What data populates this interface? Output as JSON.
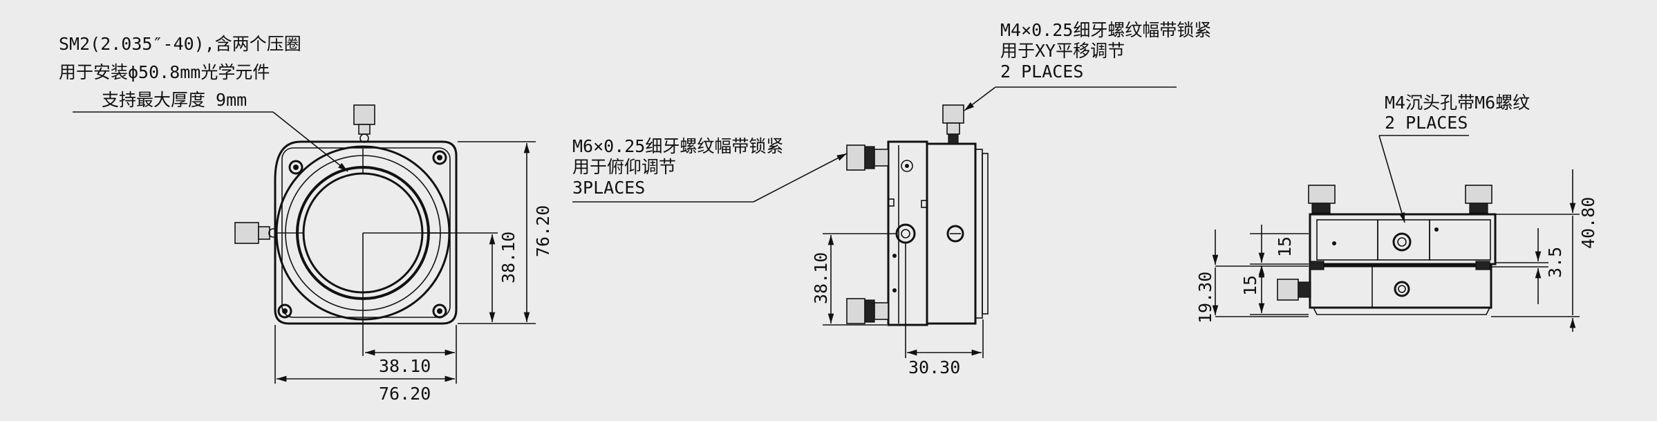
{
  "front_view": {
    "callout_lines": [
      "SM2(2.035″-40),含两个压圈",
      "用于安装ϕ50.8mm光学元件",
      "支持最大厚度 9mm"
    ],
    "dim_width": "76.20",
    "dim_half_width": "38.10",
    "dim_height": "76.20",
    "dim_half_height": "38.10"
  },
  "side_view": {
    "top_callout": [
      "M4×0.25细牙螺纹幅带锁紧",
      "用于XY平移调节",
      "2 PLACES"
    ],
    "left_callout": [
      "M6×0.25细牙螺纹幅带锁紧",
      "用于俯仰调节",
      "3PLACES"
    ],
    "dim_depth": "30.30",
    "dim_height": "38.10"
  },
  "top_view": {
    "callout": [
      "M4沉头孔带M6螺纹",
      "2 PLACES"
    ],
    "dim_upper_offset": "15",
    "dim_lower_offset": "15",
    "dim_total_left": "19.30",
    "dim_total_right": "40.80",
    "dim_gap": "3.5"
  }
}
